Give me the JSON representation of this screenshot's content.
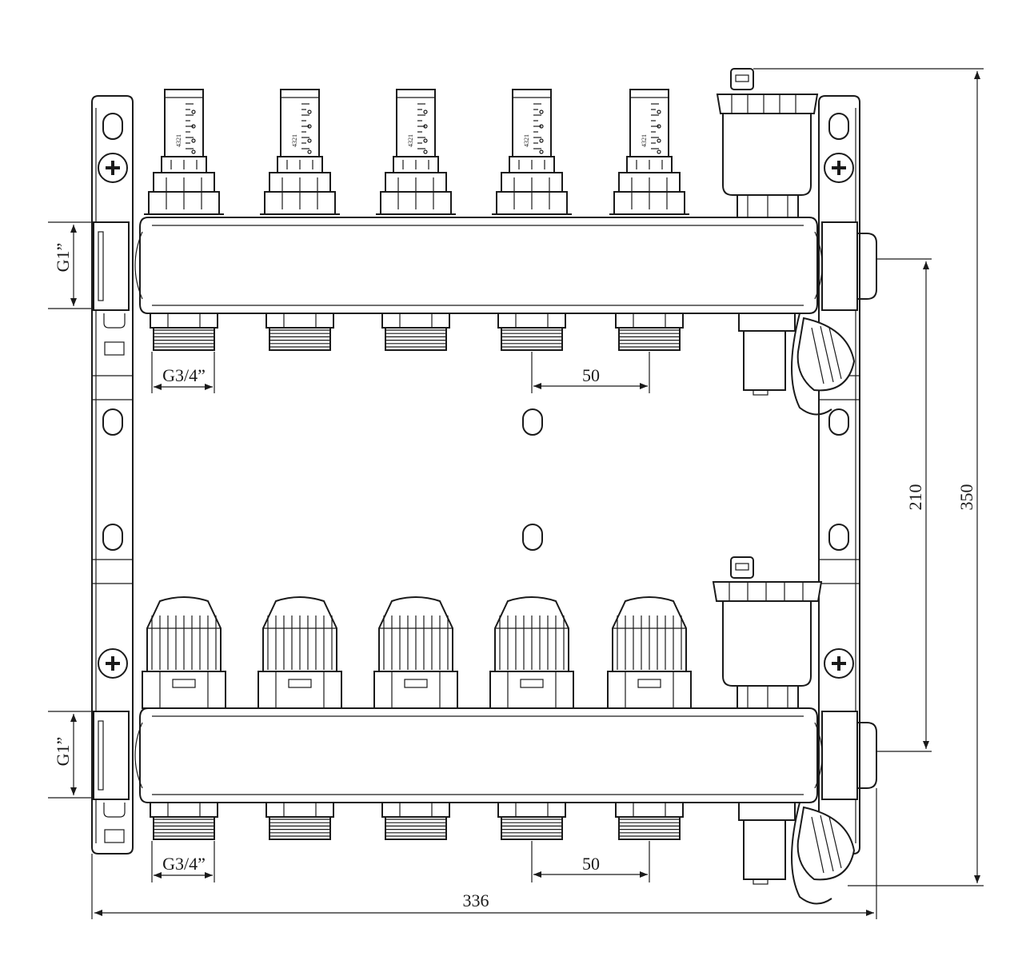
{
  "dimensions": {
    "inlet_thread_top": "G1”",
    "inlet_thread_bottom": "G1”",
    "outlet_thread_top": "G3/4”",
    "outlet_thread_bottom": "G3/4”",
    "pitch_top": "50",
    "pitch_bottom": "50",
    "center_distance": "210",
    "total_height": "350",
    "total_width": "336"
  },
  "flowmeter_scale": [
    "1",
    "2",
    "3",
    "4"
  ],
  "colors": {
    "line": "#1a1a1a",
    "background": "#ffffff"
  }
}
